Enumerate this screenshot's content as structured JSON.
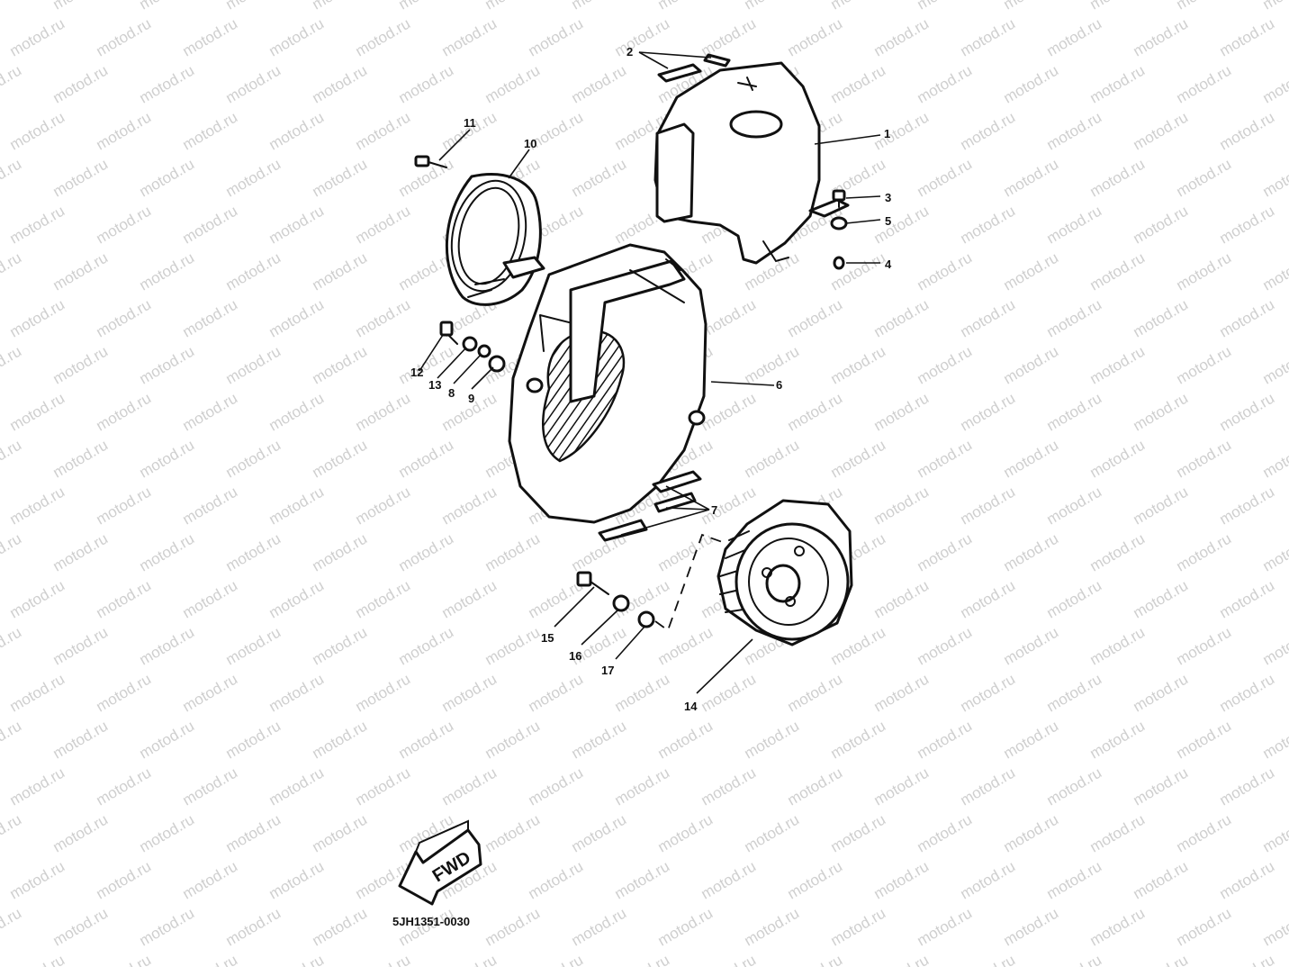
{
  "watermark": {
    "text": "motod.ru"
  },
  "callouts": {
    "n1": "1",
    "n2": "2",
    "n3": "3",
    "n4": "4",
    "n5": "5",
    "n6": "6",
    "n7": "7",
    "n8": "8",
    "n9": "9",
    "n10": "10",
    "n11": "11",
    "n12": "12",
    "n13": "13",
    "n14": "14",
    "n15": "15",
    "n16": "16",
    "n17": "17"
  },
  "fwd_arrow": {
    "label": "FWD"
  },
  "diagram_code": "5JH1351-0030"
}
